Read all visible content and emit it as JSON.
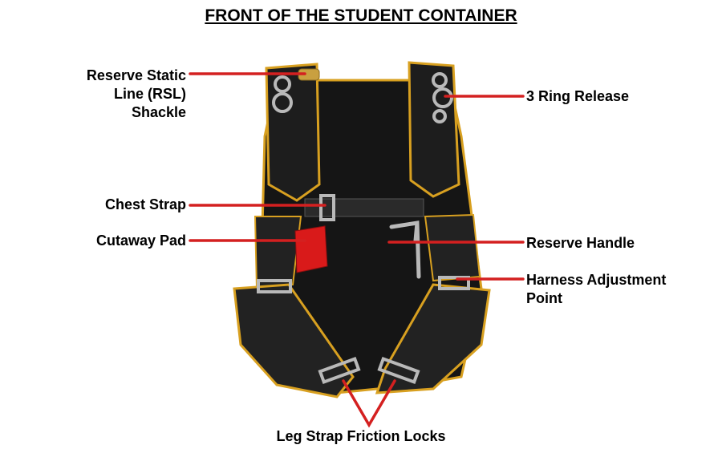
{
  "title": "FRONT OF THE STUDENT CONTAINER",
  "labels": {
    "rsl": "Reserve Static\nLine (RSL)\nShackle",
    "ring": "3 Ring Release",
    "chest": "Chest Strap",
    "cutaway": "Cutaway Pad",
    "reserve": "Reserve Handle",
    "harness": "Harness Adjustment\nPoint",
    "leg": "Leg Strap Friction Locks"
  },
  "colors": {
    "leader": "#d42020",
    "body": "#151515",
    "binding": "#d8a020",
    "pad": "#d91a1a",
    "hardware": "#b9b9b9"
  }
}
